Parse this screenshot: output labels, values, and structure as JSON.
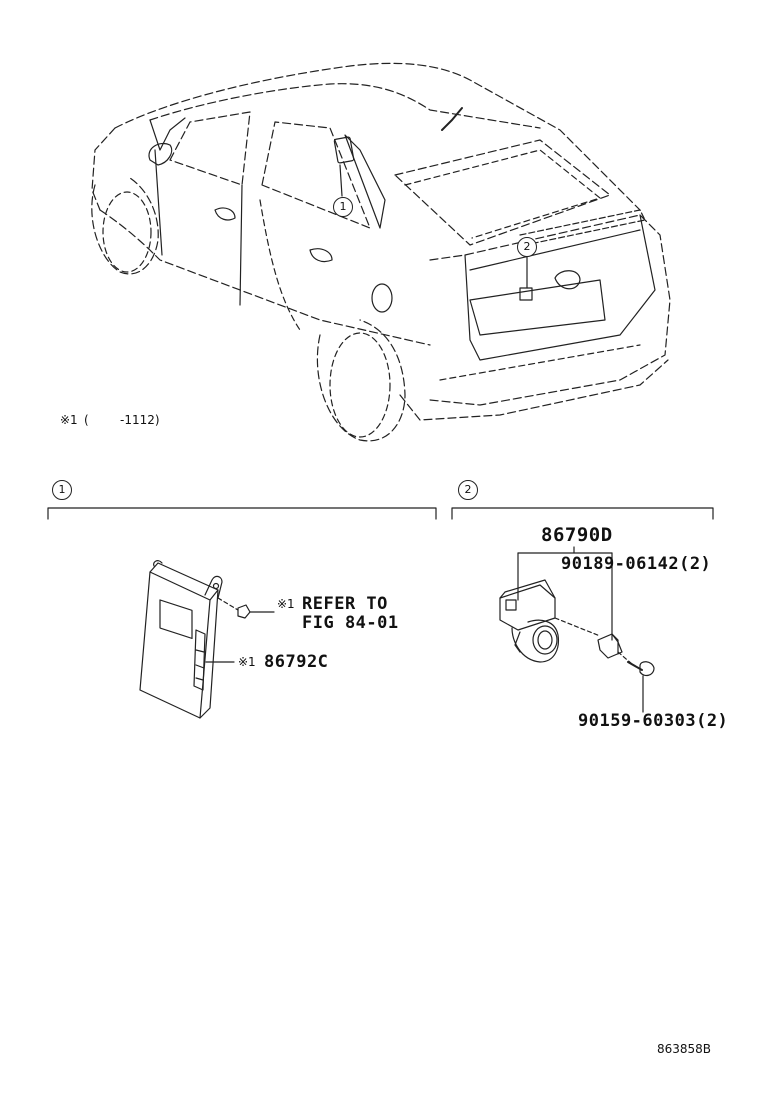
{
  "overview": {
    "callout_1": "1",
    "callout_2": "2",
    "note_mark": "※1",
    "note_paren_open": "(",
    "note_text": "-1112)"
  },
  "section_1": {
    "number": "1",
    "ref_mark": "※1",
    "refer_line1": "REFER TO",
    "refer_line2": "FIG 84-01",
    "part_mark": "※1",
    "part_number": "86792C"
  },
  "section_2": {
    "number": "2",
    "assembly_part": "86790D",
    "bolt_part": "90189-06142(2)",
    "screw_part": "90159-60303(2)"
  },
  "figure_id": "863858B"
}
